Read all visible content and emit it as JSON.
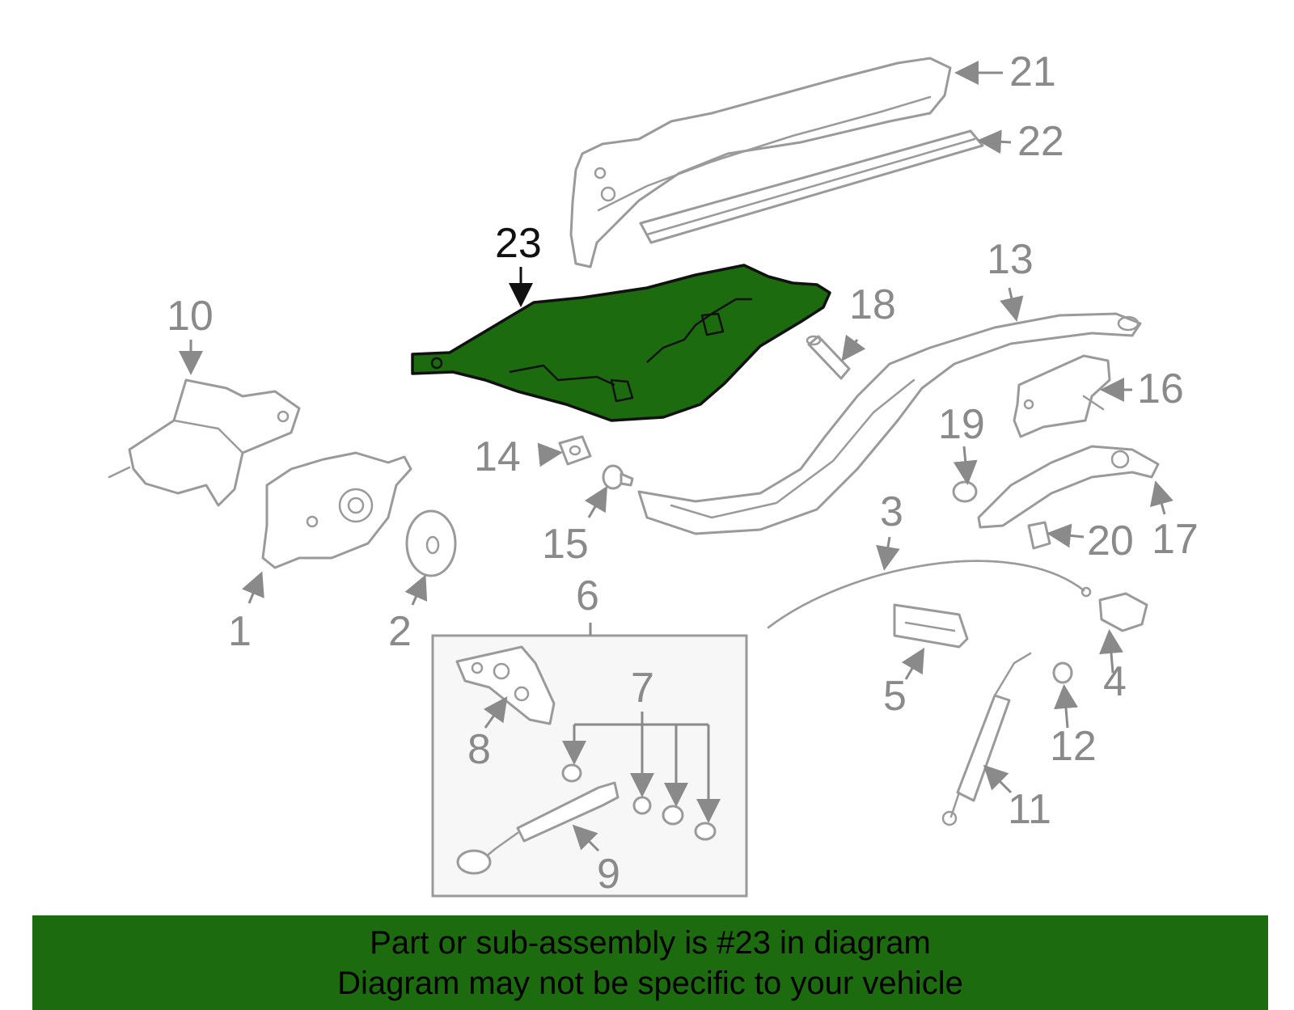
{
  "diagram": {
    "highlight_color": "#1d6b0f",
    "highlighted_part": "23",
    "callouts": [
      "1",
      "2",
      "3",
      "4",
      "5",
      "6",
      "7",
      "8",
      "9",
      "10",
      "11",
      "12",
      "13",
      "14",
      "15",
      "16",
      "17",
      "18",
      "19",
      "20",
      "21",
      "22",
      "23"
    ]
  },
  "footer": {
    "background_color": "#1d6b0f",
    "line1": "Part or sub-assembly is #23 in diagram",
    "line2": "Diagram may not be specific to your vehicle"
  }
}
